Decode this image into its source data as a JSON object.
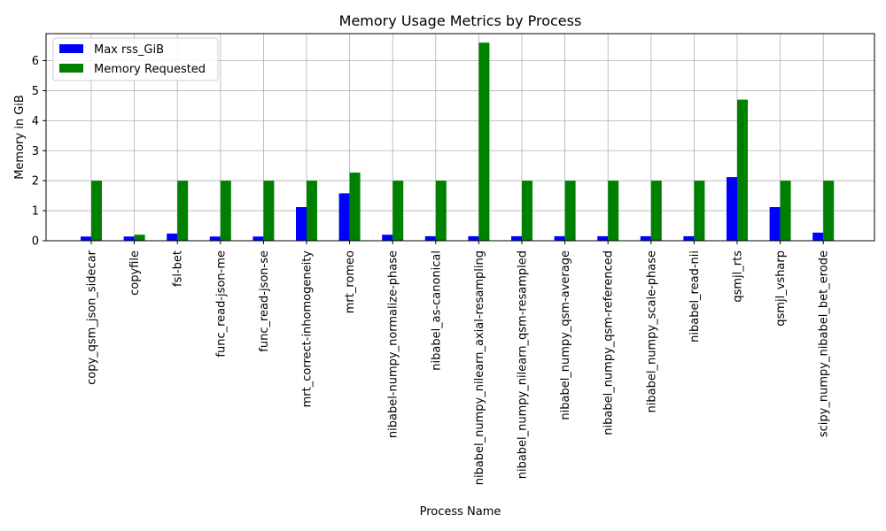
{
  "chart_data": {
    "type": "bar",
    "title": "Memory Usage Metrics by Process",
    "xlabel": "Process Name",
    "ylabel": "Memory in GiB",
    "ylim": [
      0,
      6.9
    ],
    "yticks": [
      0,
      1,
      2,
      3,
      4,
      5,
      6
    ],
    "grid": true,
    "legend_position": "top-left",
    "categories": [
      "copy_qsm_json_sidecar",
      "copyfile",
      "fsl-bet",
      "func_read-json-me",
      "func_read-json-se",
      "mrt_correct-inhomogeneity",
      "mrt_romeo",
      "nibabel-numpy_normalize-phase",
      "nibabel_as-canonical",
      "nibabel_numpy_nilearn_axial-resampling",
      "nibabel_numpy_nilearn_qsm-resampled",
      "nibabel_numpy_qsm-average",
      "nibabel_numpy_qsm-referenced",
      "nibabel_numpy_scale-phase",
      "nibabel_read-nii",
      "qsmjl_rts",
      "qsmjl_vsharp",
      "scipy_numpy_nibabel_bet_erode"
    ],
    "series": [
      {
        "name": "Max rss_GiB",
        "color": "#0000ff",
        "values": [
          0.14,
          0.14,
          0.24,
          0.14,
          0.14,
          1.12,
          1.58,
          0.2,
          0.15,
          0.15,
          0.15,
          0.15,
          0.15,
          0.15,
          0.15,
          2.12,
          1.12,
          0.27
        ]
      },
      {
        "name": "Memory Requested",
        "color": "#008000",
        "values": [
          2,
          0.2,
          2,
          2,
          2,
          2,
          2.27,
          2,
          2,
          6.6,
          2,
          2,
          2,
          2,
          2,
          4.7,
          2,
          2
        ]
      }
    ]
  }
}
